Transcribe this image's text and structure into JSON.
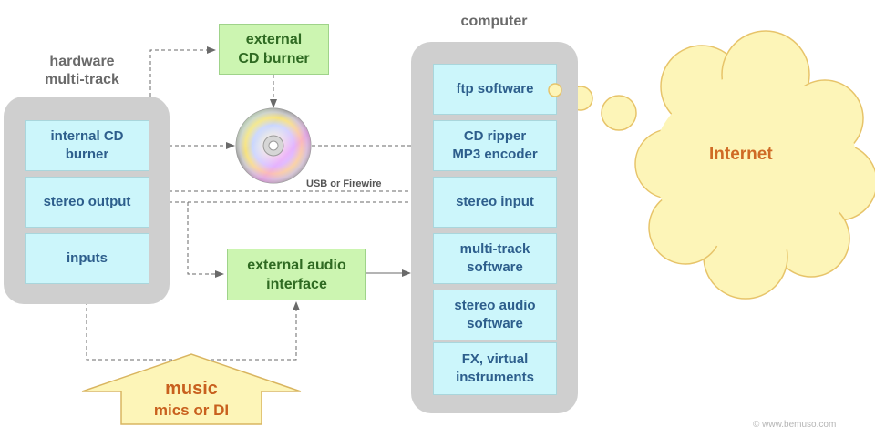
{
  "hardware": {
    "title": "hardware\nmulti-track",
    "items": [
      {
        "label": "internal CD\nburner"
      },
      {
        "label": "stereo output"
      },
      {
        "label": "inputs"
      }
    ]
  },
  "computer": {
    "title": "computer",
    "items": [
      {
        "label": "ftp software"
      },
      {
        "label": "CD ripper\nMP3 encoder"
      },
      {
        "label": "stereo input"
      },
      {
        "label": "multi-track\nsoftware"
      },
      {
        "label": "stereo audio\nsoftware"
      },
      {
        "label": "FX, virtual\ninstruments"
      }
    ]
  },
  "external_cd_burner": {
    "label": "external\nCD burner"
  },
  "external_audio_interface": {
    "label": "external audio\ninterface"
  },
  "connection_label": "USB or Firewire",
  "internet": {
    "label": "Internet"
  },
  "music": {
    "line1": "music",
    "line2": "mics or DI"
  },
  "copyright": "© www.bemuso.com",
  "colors": {
    "group_bg": "#cfcfcf",
    "box_bg": "#ccf6fb",
    "green_box_bg": "#ccf5b1",
    "cloud_bg": "#fdf5b8",
    "accent_orange": "#cf6a25",
    "arrow": "#6a6a6a"
  }
}
